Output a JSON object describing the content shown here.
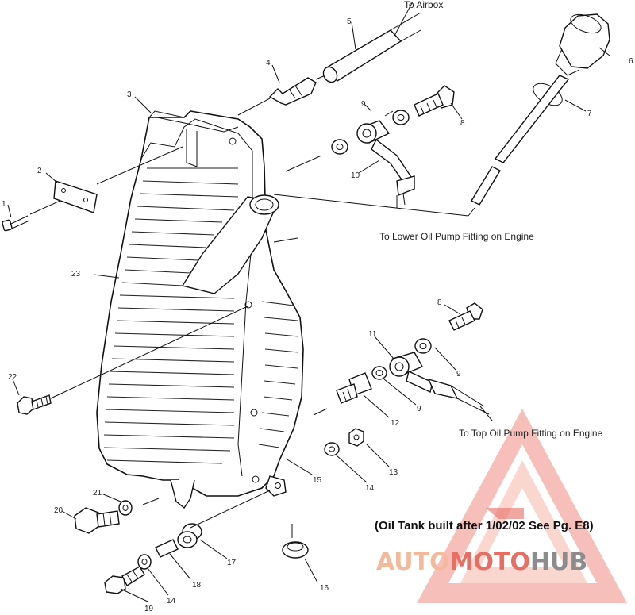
{
  "callouts": {
    "to_airbox": "To Airbox",
    "to_lower_pump": "To Lower Oil Pump Fitting on Engine",
    "to_top_pump": "To Top Oil Pump Fitting on Engine"
  },
  "note": "(Oil Tank built after 1/02/02 See Pg. E8)",
  "part_numbers": {
    "p1": "1",
    "p2": "2",
    "p3": "3",
    "p4": "4",
    "p5": "5",
    "p6": "6",
    "p7": "7",
    "p8a": "8",
    "p8b": "8",
    "p9a": "9",
    "p9b": "9",
    "p9c": "9",
    "p10": "10",
    "p11": "11",
    "p12": "12",
    "p13": "13",
    "p14a": "14",
    "p14b": "14",
    "p15": "15",
    "p16": "16",
    "p17": "17",
    "p18": "18",
    "p19": "19",
    "p20": "20",
    "p21": "21",
    "p22": "22",
    "p23": "23"
  },
  "watermark": {
    "part1": "AUTO",
    "part2": "MOTO",
    "part3": "HUB",
    "colors": {
      "light": "#f4b99a",
      "red": "#e86d63",
      "gray": "#8c8c8c"
    }
  }
}
